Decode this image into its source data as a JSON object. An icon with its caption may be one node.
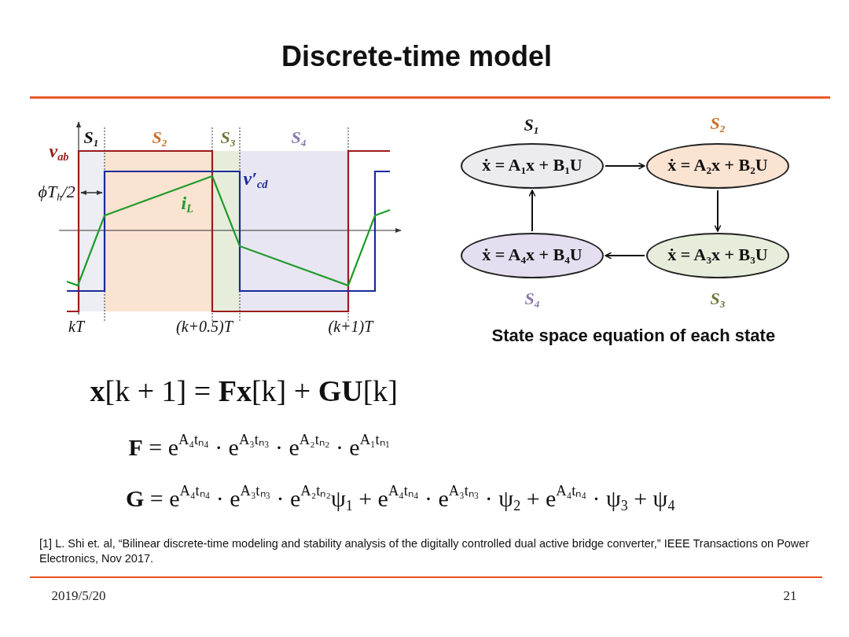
{
  "diagram": {
    "title": "Discrete-time model",
    "nodes": [
      {
        "text": [
          "ẋ = A$_{1}$x + B$_{1}$U"
        ],
        "beside": [
          "S$_{1}$"
        ]
      },
      {
        "text": [
          "ẋ = A$_{2}$x + B$_{2}$U"
        ],
        "beside": [
          "S$_{2}$"
        ]
      },
      {
        "text": [
          "ẋ = A$_{4}$x + B$_{4}$U"
        ],
        "beside": [
          "S$_{4}$"
        ]
      },
      {
        "text": [
          "ẋ = A$_{3}$x + B$_{3}$U"
        ],
        "beside": [
          "S$_{3}$"
        ]
      }
    ],
    "edges": [
      {
        "from": 0,
        "to": 1,
        "arrow": "to"
      },
      {
        "from": 1,
        "to": 3,
        "arrow": "to"
      },
      {
        "from": 3,
        "to": 2,
        "arrow": "to"
      },
      {
        "from": 2,
        "to": 0,
        "arrow": "to"
      }
    ],
    "labels": [
      "S$_{1}$",
      "S$_{2}$",
      "S$_{3}$",
      "S$_{4}$",
      "v$_{ab}$",
      "v′$_{cd}$",
      "ϕT$_{h}$/2",
      "i$_{L}$",
      "kT",
      "(k+0.5)T",
      "(k+1)T",
      "State space equation of each state",
      "**x**[k + 1] = **Fx**[k] + **GU**[k]",
      "**F** = e$^{A₄tₙ₄}$ · e$^{A₃tₙ₃}$ · e$^{A₂tₙ₂}$ · e$^{A₁tₙ₁}$",
      "**G** = e$^{A₄tₙ₄}$ · e$^{A₃tₙ₃}$ · e$^{A₂tₙ₂}$ψ$_{1}$ + e$^{A₄tₙ₄}$ · e$^{A₃tₙ₃}$ · ψ$_{2}$ + e$^{A₄tₙ₄}$ · ψ$_{3}$ + ψ$_{4}$",
      "[1] L. Shi et. al, “Bilinear discrete-time modeling and stability analysis of the digitally controlled dual active bridge converter,” IEEE Transactions on Power Electronics, Nov 2017.",
      "2019/5/20",
      "21"
    ]
  }
}
